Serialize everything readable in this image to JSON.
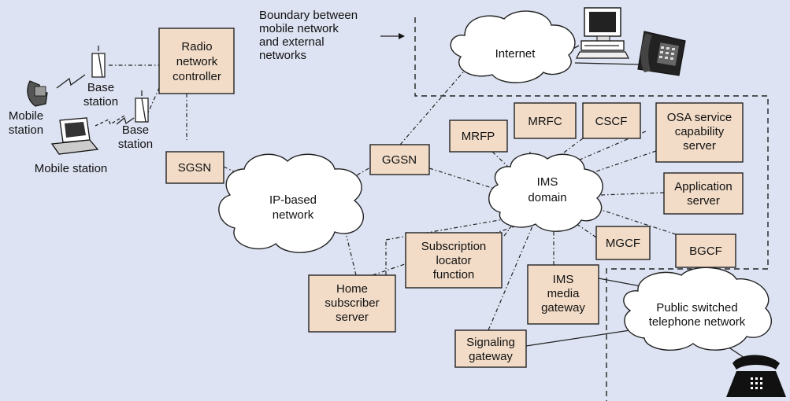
{
  "boundary_note": [
    "Boundary between",
    "mobile network",
    "and external",
    "networks"
  ],
  "clouds": {
    "internet": [
      "Internet"
    ],
    "ip_network": [
      "IP-based",
      "network"
    ],
    "ims_domain": [
      "IMS",
      "domain"
    ],
    "pstn": [
      "Public switched",
      "telephone network"
    ]
  },
  "boxes": {
    "rnc": [
      "Radio",
      "network",
      "controller"
    ],
    "sgsn": [
      "SGSN"
    ],
    "ggsn": [
      "GGSN"
    ],
    "mrfp": [
      "MRFP"
    ],
    "mrfc": [
      "MRFC"
    ],
    "cscf": [
      "CSCF"
    ],
    "osa": [
      "OSA service",
      "capability",
      "server"
    ],
    "app_server": [
      "Application",
      "server"
    ],
    "bgcf": [
      "BGCF"
    ],
    "mgcf": [
      "MGCF"
    ],
    "slf": [
      "Subscription",
      "locator",
      "function"
    ],
    "hss": [
      "Home",
      "subscriber",
      "server"
    ],
    "media_gw": [
      "IMS",
      "media",
      "gateway"
    ],
    "signaling_gw": [
      "Signaling",
      "gateway"
    ]
  },
  "labels": {
    "base_station_1": [
      "Base",
      "station"
    ],
    "base_station_2": [
      "Base",
      "station"
    ],
    "mobile_station_1": [
      "Mobile",
      "station"
    ],
    "mobile_station_2": [
      "Mobile station"
    ]
  },
  "icons": [
    "phone-handset-icon",
    "laptop-icon",
    "base-station-antenna-icon",
    "desktop-computer-icon",
    "desk-telephone-icon",
    "rotary-telephone-icon",
    "arrow-right-icon"
  ]
}
